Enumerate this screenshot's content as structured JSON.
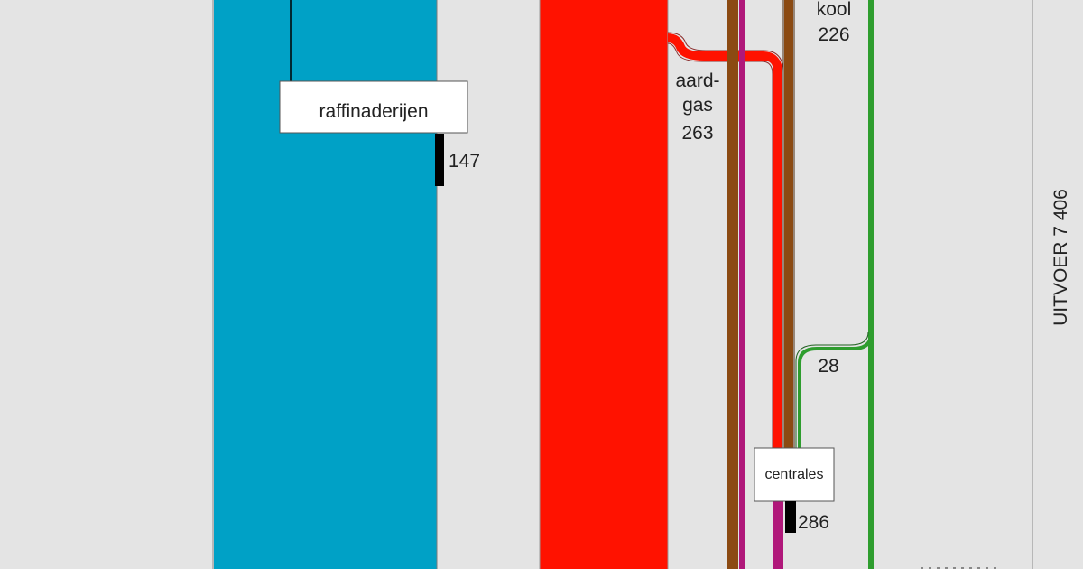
{
  "nodes": {
    "raffinaderijen": {
      "label": "raffinaderijen",
      "loss": "147"
    },
    "centrales": {
      "label": "centrales",
      "loss": "286"
    }
  },
  "flows": {
    "aardgas": {
      "label_line1": "aard-",
      "label_line2": "gas",
      "value": "263"
    },
    "kool": {
      "label": "kool",
      "value": "226"
    },
    "green_branch": {
      "value": "28"
    }
  },
  "side": {
    "uitvoer": "UITVOER 7 406"
  },
  "colors": {
    "background": "#e4e4e4",
    "oil": "#00a1c6",
    "gas": "#ff1200",
    "coal": "#8b4a12",
    "electricity": "#b0187a",
    "renewable": "#2e9d2e",
    "loss": "#000000",
    "node_box": "#ffffff"
  }
}
